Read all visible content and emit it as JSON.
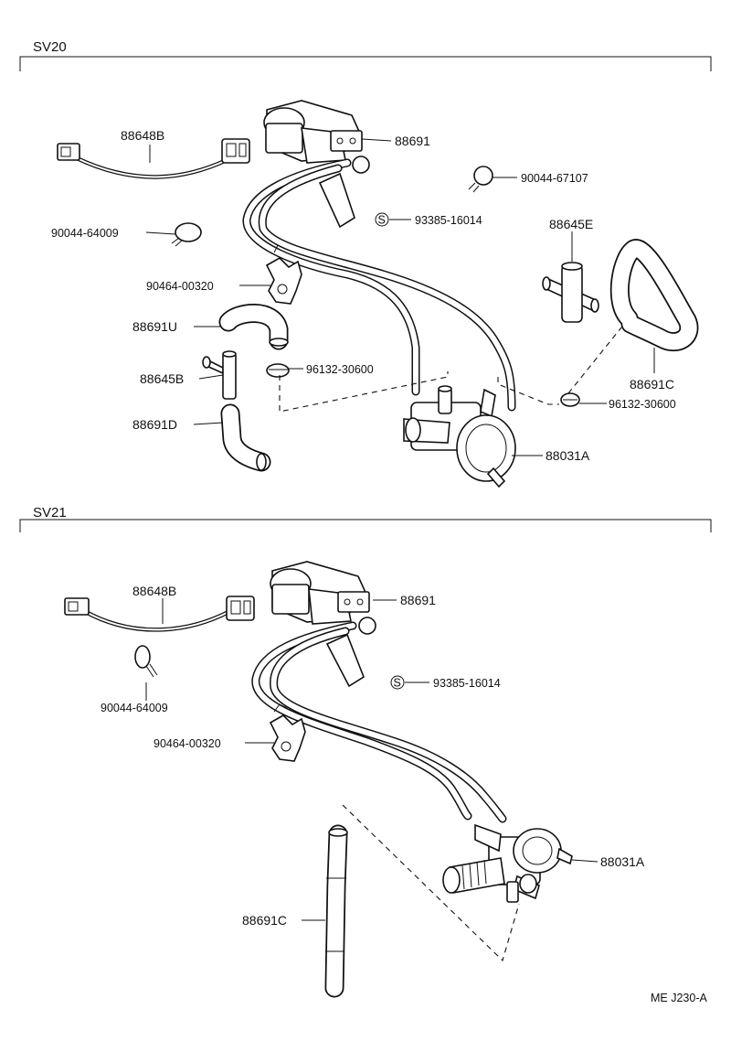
{
  "sections": [
    {
      "title": "SV20",
      "labels": {
        "harness": "88648B",
        "vsv": "88691",
        "clamp_a": "90044-67107",
        "clamp_b": "90044-64009",
        "screw": "93385-16014",
        "screw_symbol": "S",
        "union_t": "88645E",
        "clamp_c": "90464-00320",
        "hose_u": "88691U",
        "clip_a": "96132-30600",
        "union_b": "88645B",
        "hose_c": "88691C",
        "clip_b": "96132-30600",
        "hose_d": "88691D",
        "valve": "88031A"
      }
    },
    {
      "title": "SV21",
      "labels": {
        "harness": "88648B",
        "vsv": "88691",
        "clamp_b": "90044-64009",
        "screw": "93385-16014",
        "screw_symbol": "S",
        "clamp_c": "90464-00320",
        "valve": "88031A",
        "hose_c": "88691C"
      }
    }
  ],
  "footer_code": "ME J230-A",
  "icons": [
    "connector-icon",
    "vsv-icon",
    "clamp-icon",
    "screw-icon",
    "hose-icon",
    "valve-icon"
  ]
}
